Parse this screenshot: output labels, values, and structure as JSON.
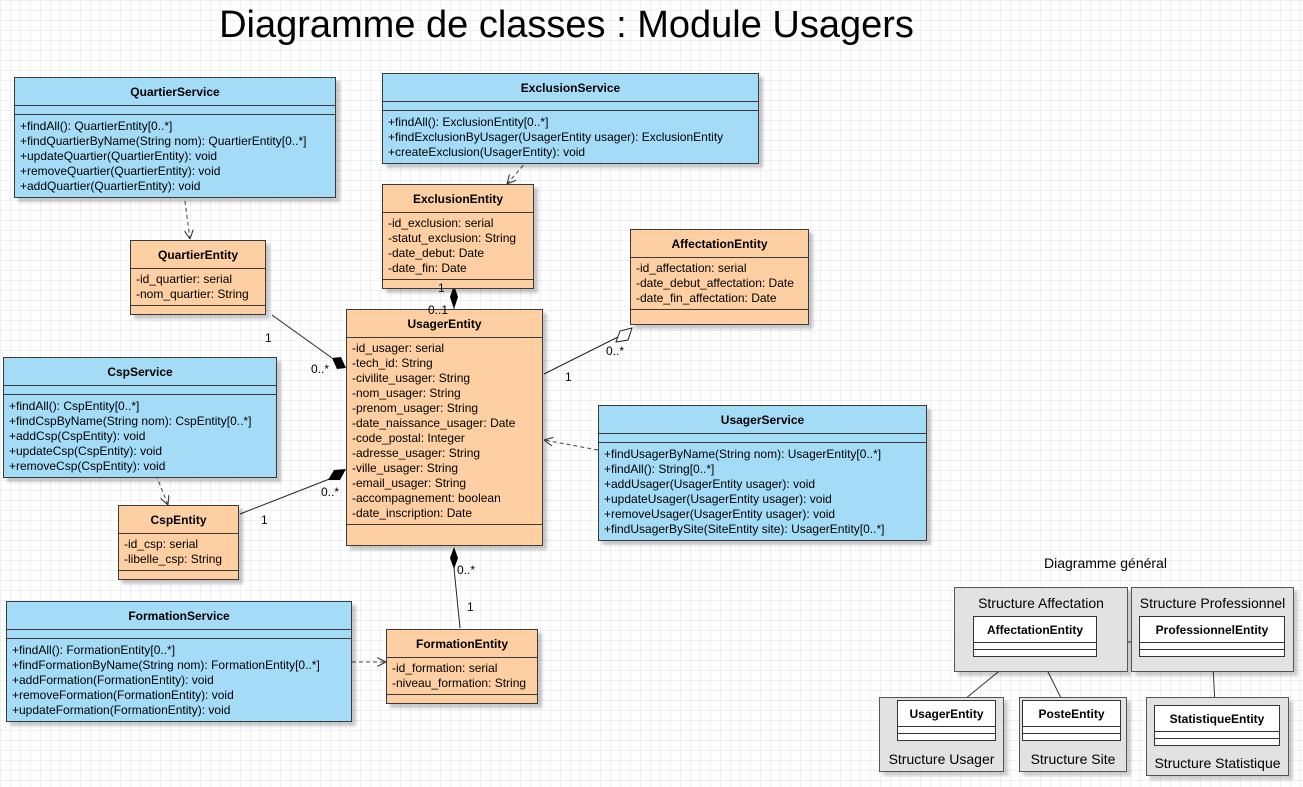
{
  "title": "Diagramme de classes : Module Usagers",
  "classes": {
    "quartier_service": {
      "name": "QuartierService",
      "attributes": [],
      "methods": [
        "+findAll(): QuartierEntity[0..*]",
        "+findQuartierByName(String nom): QuartierEntity[0..*]",
        "+updateQuartier(QuartierEntity): void",
        "+removeQuartier(QuartierEntity): void",
        "+addQuartier(QuartierEntity): void"
      ]
    },
    "exclusion_service": {
      "name": "ExclusionService",
      "attributes": [],
      "methods": [
        "+findAll(): ExclusionEntity[0..*]",
        "+findExclusionByUsager(UsagerEntity usager): ExclusionEntity",
        "+createExclusion(UsagerEntity): void"
      ]
    },
    "exclusion_entity": {
      "name": "ExclusionEntity",
      "attributes": [
        "-id_exclusion: serial",
        "-statut_exclusion: String",
        "-date_debut: Date",
        "-date_fin: Date"
      ],
      "methods": []
    },
    "quartier_entity": {
      "name": "QuartierEntity",
      "attributes": [
        "-id_quartier: serial",
        "-nom_quartier: String"
      ],
      "methods": []
    },
    "affectation_entity": {
      "name": "AffectationEntity",
      "attributes": [
        "-id_affectation: serial",
        "-date_debut_affectation: Date",
        "-date_fin_affectation: Date"
      ],
      "methods": []
    },
    "usager_entity": {
      "name": "UsagerEntity",
      "attributes": [
        "-id_usager: serial",
        "-tech_id: String",
        "-civilite_usager: String",
        "-nom_usager: String",
        "-prenom_usager: String",
        "-date_naissance_usager: Date",
        "-code_postal: Integer",
        "-adresse_usager: String",
        "-ville_usager: String",
        "-email_usager: String",
        "-accompagnement: boolean",
        "-date_inscription: Date"
      ],
      "methods": []
    },
    "csp_service": {
      "name": "CspService",
      "attributes": [],
      "methods": [
        "+findAll(): CspEntity[0..*]",
        "+findCspByName(String nom): CspEntity[0..*]",
        "+addCsp(CspEntity): void",
        "+updateCsp(CspEntity): void",
        "+removeCsp(CspEntity): void"
      ]
    },
    "usager_service": {
      "name": "UsagerService",
      "attributes": [],
      "methods": [
        "+findUsagerByName(String nom): UsagerEntity[0..*]",
        "+findAll(): String[0..*]",
        "+addUsager(UsagerEntity usager): void",
        "+updateUsager(UsagerEntity usager): void",
        "+removeUsager(UsagerEntity usager): void",
        "+findUsagerBySite(SiteEntity site): UsagerEntity[0..*]"
      ]
    },
    "csp_entity": {
      "name": "CspEntity",
      "attributes": [
        "-id_csp: serial",
        "-libelle_csp: String"
      ],
      "methods": []
    },
    "formation_service": {
      "name": "FormationService",
      "attributes": [],
      "methods": [
        "+findAll(): FormationEntity[0..*]",
        "+findFormationByName(String nom): FormationEntity[0..*]",
        "+addFormation(FormationEntity): void",
        "+removeFormation(FormationEntity): void",
        "+updateFormation(FormationEntity): void"
      ]
    },
    "formation_entity": {
      "name": "FormationEntity",
      "attributes": [
        "-id_formation: serial",
        "-niveau_formation: String"
      ],
      "methods": []
    }
  },
  "multiplicities": {
    "quartier_one": "1",
    "quartier_many": "0..*",
    "exclusion_one": "1",
    "exclusion_zero_one": "0..1",
    "affectation_many": "0..*",
    "affectation_one": "1",
    "csp_many": "0..*",
    "csp_one": "1",
    "formation_many": "0..*",
    "formation_one": "1"
  },
  "general": {
    "title": "Diagramme général",
    "packages": {
      "affectation": "Structure Affectation",
      "professionnel": "Structure Professionnel",
      "usager": "Structure Usager",
      "site": "Structure Site",
      "statistique": "Structure Statistique"
    },
    "entities": {
      "affectation": "AffectationEntity",
      "professionnel": "ProfessionnelEntity",
      "usager": "UsagerEntity",
      "poste": "PosteEntity",
      "statistique": "StatistiqueEntity"
    }
  }
}
